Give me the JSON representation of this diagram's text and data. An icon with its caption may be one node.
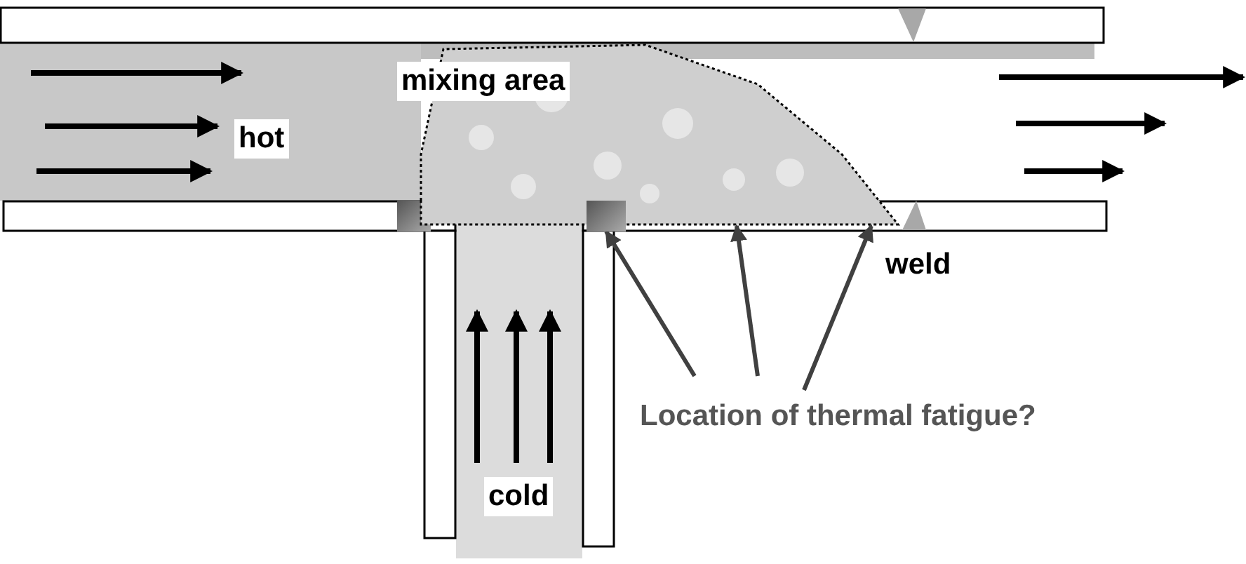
{
  "diagram": {
    "nodes": [
      {
        "text": [
          "hot"
        ]
      },
      {
        "text": [
          "mixing area"
        ]
      },
      {
        "text": [
          "cold"
        ]
      },
      {
        "text": [
          "Location of thermal fatigue?"
        ]
      },
      {
        "text": [],
        "shape": "box"
      }
    ],
    "edges": [
      {
        "from": 3,
        "to": 4,
        "arrow": "to"
      },
      {
        "from": 3,
        "to": 1,
        "arrow": "to"
      },
      {
        "from": 3,
        "to": 1,
        "arrow": "to"
      }
    ],
    "labels": [
      "weld"
    ]
  }
}
